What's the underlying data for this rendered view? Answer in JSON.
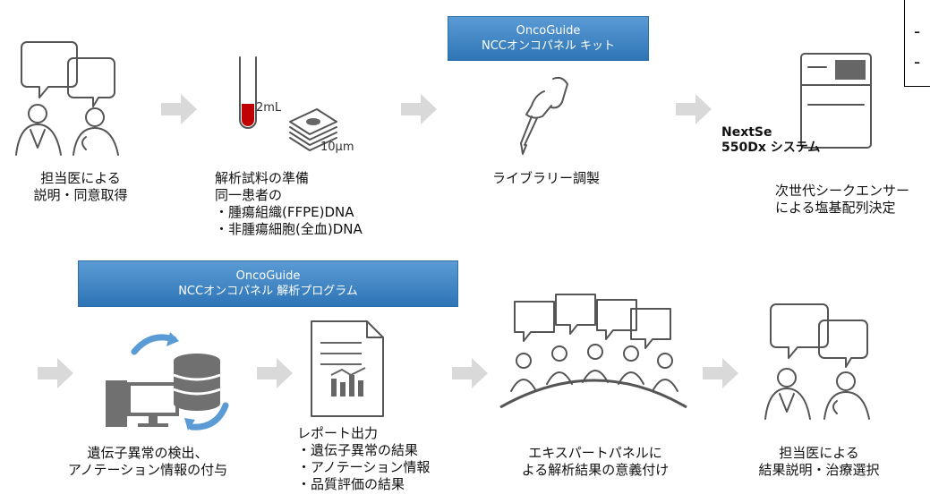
{
  "step1": {
    "line1": "担当医による",
    "line2": "説明・同意取得"
  },
  "step2": {
    "tube_label": "2mL",
    "slide_label": "10μm",
    "title": "解析試料の準備",
    "line2": "同一患者の",
    "bullet1": "・腫瘍組織(FFPE)DNA",
    "bullet2": "・非腫瘍細胞(全血)DNA"
  },
  "kit_banner": {
    "line1": "OncoGuide",
    "line2": "NCCオンコパネル キット"
  },
  "step3": {
    "label": "ライブラリー調製"
  },
  "step4": {
    "device_line1": "NextSe",
    "device_line2": "550Dx システム",
    "line1": "次世代シークエンサー",
    "line2": "による塩基配列決定"
  },
  "top_right_box": {
    "row1": "-",
    "row2": "-"
  },
  "program_banner": {
    "line1": "OncoGuide",
    "line2": "NCCオンコパネル 解析プログラム"
  },
  "step5": {
    "line1": "遺伝子異常の検出、",
    "line2": "アノテーション情報の付与"
  },
  "step6": {
    "title": "レポート出力",
    "bullet1": "・遺伝子異常の結果",
    "bullet2": "・アノテーション情報",
    "bullet3": "・品質評価の結果"
  },
  "step7": {
    "line1": "エキスパートパネルに",
    "line2": "よる解析結果の意義付け"
  },
  "step8": {
    "line1": "担当医による",
    "line2": "結果説明・治療選択"
  }
}
